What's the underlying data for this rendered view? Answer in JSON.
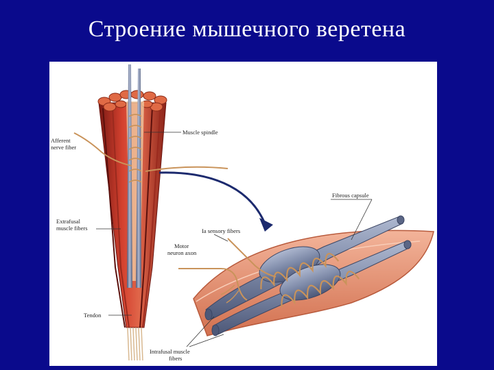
{
  "slide": {
    "title": "Строение мышечного веретена"
  },
  "figure": {
    "labels": {
      "afferent_nerve_fiber": [
        "Afferent",
        "nerve fiber"
      ],
      "muscle_spindle": "Muscle spindle",
      "extrafusal_muscle_fibers": [
        "Extrafusal",
        "muscle fibers"
      ],
      "tendon": "Tendon",
      "fibrous_capsule": "Fibrous capsule",
      "ia_sensory_fibers": "Ia sensory fibers",
      "motor_neuron_axon": [
        "Motor",
        "neuron axon"
      ],
      "intrafusal_muscle_fibers": [
        "Intrafusal muscle",
        "fibers"
      ]
    }
  },
  "colors": {
    "background": "#0a0a8c",
    "muscle_red": "#c8322a",
    "muscle_dark": "#7a1a14",
    "spindle_gray": "#7e8aa8",
    "nerve_tan": "#c9935a",
    "capsule": "#e8957a",
    "arrow_navy": "#1c2a6e"
  }
}
